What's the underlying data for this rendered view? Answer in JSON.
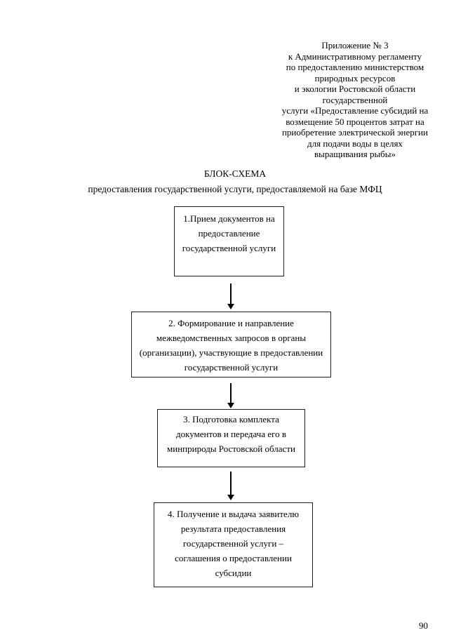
{
  "annex_header": {
    "lines": [
      "Приложение № 3",
      "к Административному регламенту",
      "по предоставлению министерством",
      "природных ресурсов",
      "и экологии Ростовской области",
      "государственной",
      "услуги «Предоставление субсидий на",
      "возмещение 50 процентов затрат на",
      "приобретение электрической энергии",
      "для подачи воды в целях",
      "выращивания рыбы»"
    ]
  },
  "flowchart": {
    "title": "БЛОК-СХЕМА",
    "subtitle": "предоставления государственной услуги, предоставляемой на базе МФЦ",
    "boxes": [
      {
        "step": "1",
        "lines": [
          "1.Прием документов на",
          "предоставление",
          "государственной услуги"
        ]
      },
      {
        "step": "2",
        "lines": [
          "2. Формирование и направление",
          "межведомственных запросов в органы",
          "(организации), участвующие в предоставлении",
          "государственной услуги"
        ]
      },
      {
        "step": "3",
        "lines": [
          "3. Подготовка комплекта",
          "документов и передача его в",
          "минприроды Ростовской области"
        ]
      },
      {
        "step": "4",
        "lines": [
          "4. Получение и выдача заявителю",
          "результата предоставления",
          "государственной услуги –",
          "соглашения о предоставлении",
          "субсидии"
        ]
      }
    ]
  },
  "page_number": "90",
  "colors": {
    "text": "#000000",
    "border": "#1f1f1f",
    "background": "#ffffff"
  }
}
